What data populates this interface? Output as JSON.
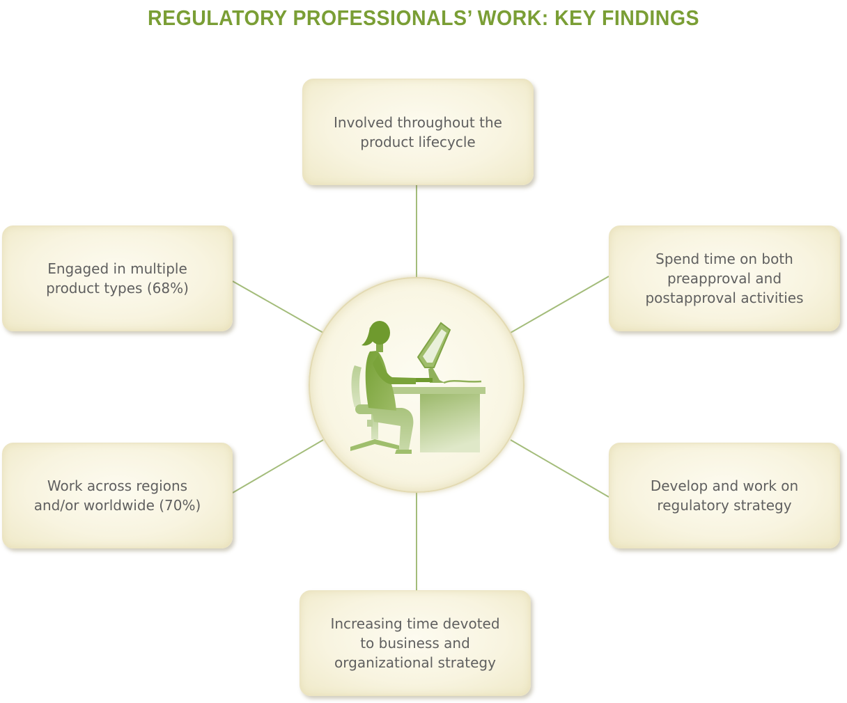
{
  "title": "REGULATORY PROFESSIONALS’ WORK: KEY FINDINGS",
  "colors": {
    "title": "#7a9e35",
    "connector": "#a3bc7a",
    "box_text": "#5f5f5f",
    "figure_green": "#76a135"
  },
  "center_icon": "person-at-computer-icon",
  "findings": {
    "top": "Involved throughout the\nproduct lifecycle",
    "upper_left": "Engaged in multiple\nproduct types (68%)",
    "upper_right": "Spend time on both\npreapproval and\npostapproval activities",
    "lower_left": "Work across regions\nand/or worldwide (70%)",
    "lower_right": "Develop and work on\nregulatory strategy",
    "bottom": "Increasing time devoted\nto business and\norganizational strategy"
  }
}
